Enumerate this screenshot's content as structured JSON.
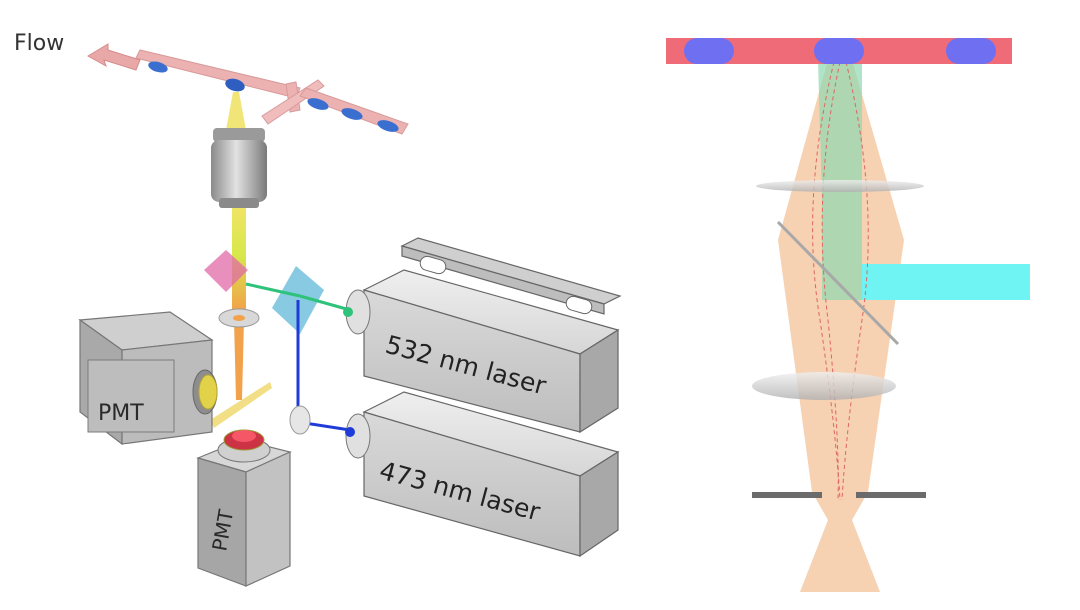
{
  "labels": {
    "flow": "Flow",
    "laser_532": "532 nm laser",
    "laser_473": "473 nm laser",
    "pmt_1": "PMT",
    "pmt_2": "PMT"
  },
  "colors": {
    "channel": "#e8a8a8",
    "cell": "#3a6fd0",
    "green_beam": "#2ec27a",
    "blue_beam": "#1f3bd8",
    "emission": "#f2a24a",
    "device_gray": "#c9c9c9",
    "right_channel": "#f06b78",
    "right_cell": "#6f6ff2",
    "right_cone": "#f5c9a4",
    "right_green": "#8fd9b0",
    "right_cyan": "#6ff3f3"
  }
}
